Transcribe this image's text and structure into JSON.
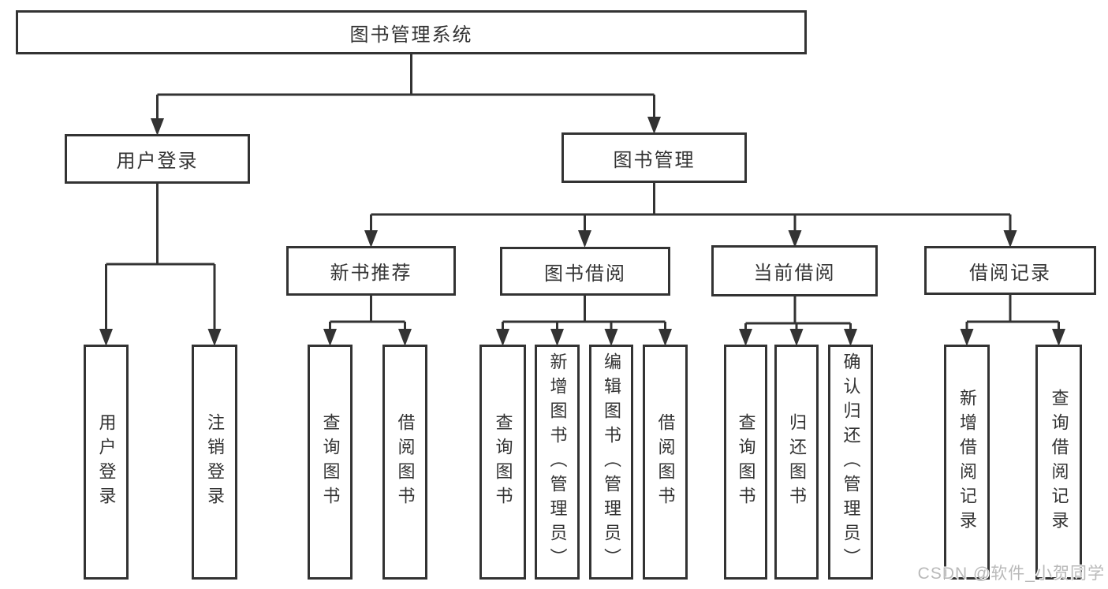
{
  "tree": {
    "root_label": "图书管理系统",
    "branches": [
      {
        "label": "用户登录",
        "leaves": [
          "用户登录",
          "注销登录"
        ]
      },
      {
        "label": "图书管理",
        "groups": [
          {
            "label": "新书推荐",
            "leaves": [
              "查询图书",
              "借阅图书"
            ]
          },
          {
            "label": "图书借阅",
            "leaves": [
              "查询图书",
              "新增图书（管理员）",
              "编辑图书（管理员）",
              "借阅图书"
            ]
          },
          {
            "label": "当前借阅",
            "leaves": [
              "查询图书",
              "归还图书",
              "确认归还（管理员）"
            ]
          },
          {
            "label": "借阅记录",
            "leaves": [
              "新增借阅记录",
              "查询借阅记录"
            ]
          }
        ]
      }
    ]
  },
  "watermark": {
    "text": "CSDN @软件_小贺同学",
    "color": "#b9b9b9"
  },
  "colors": {
    "line": "#333333",
    "text": "#333333",
    "box_fill": "#ffffff",
    "background": "#ffffff"
  }
}
